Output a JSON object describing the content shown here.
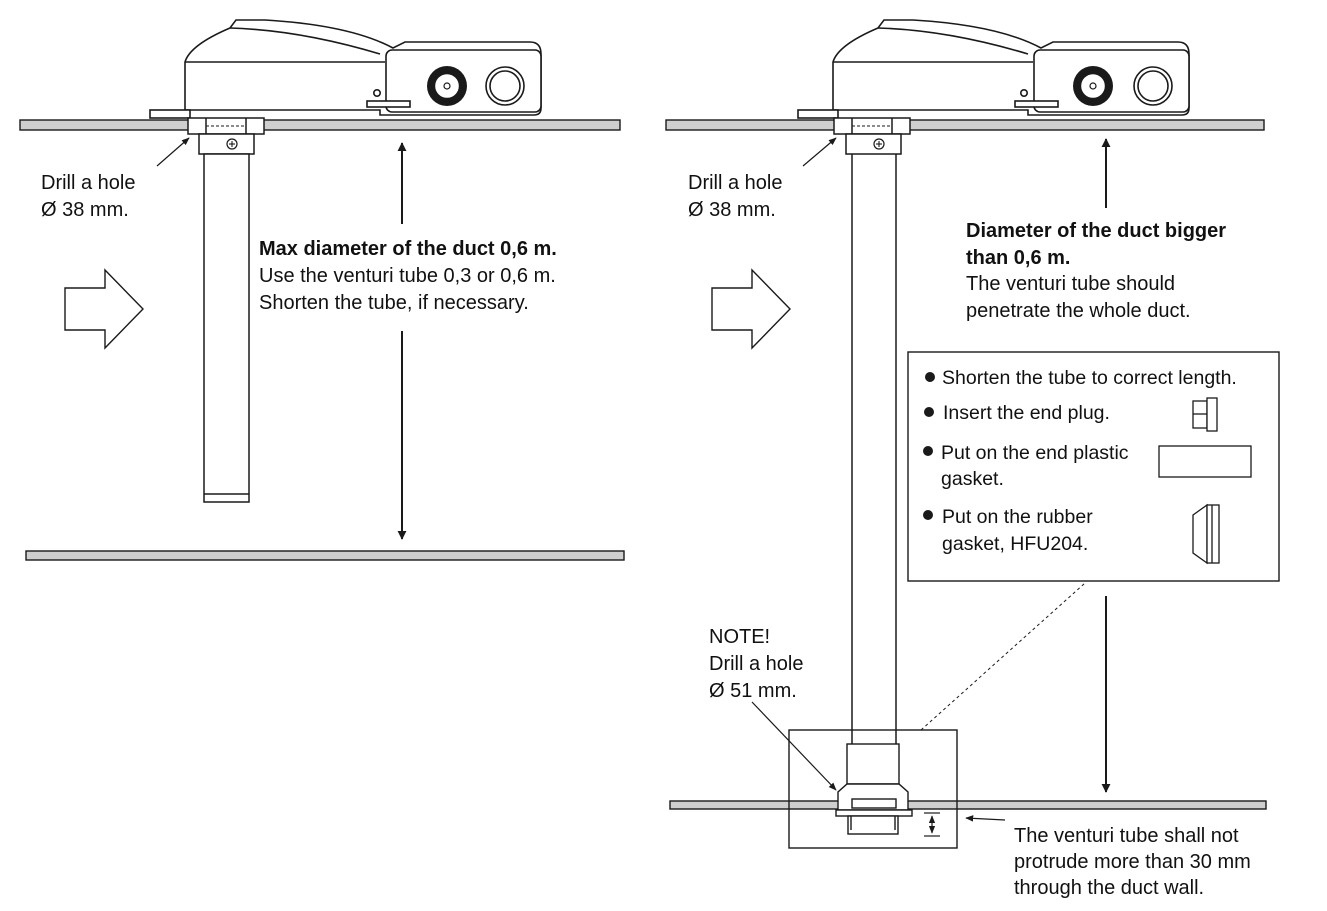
{
  "left_panel": {
    "drill_line1": "Drill a hole",
    "drill_line2": "Ø 38 mm.",
    "heading": "Max diameter of the duct 0,6 m.",
    "line2": "Use the venturi tube 0,3 or 0,6 m.",
    "line3": "Shorten the tube, if necessary."
  },
  "right_panel": {
    "drill_line1": "Drill a hole",
    "drill_line2": "Ø 38 mm.",
    "heading_line1": "Diameter of the duct bigger",
    "heading_line2": "than 0,6 m.",
    "line3": "The venturi tube should",
    "line4": "penetrate the whole duct.",
    "steps": {
      "step1": "Shorten the tube to correct length.",
      "step2": "Insert the end plug.",
      "step3_line1": "Put on the end plastic",
      "step3_line2": "gasket.",
      "step4_line1": "Put on the rubber",
      "step4_line2": "gasket, HFU204."
    },
    "note_line1": "NOTE!",
    "note_line2": "Drill a hole",
    "note_line3": "Ø 51 mm.",
    "protrude_line1": "The venturi tube shall not",
    "protrude_line2": "protrude more than 30 mm",
    "protrude_line3": "through the duct wall."
  },
  "colors": {
    "line": "#1a1a1a",
    "duct_wall": "#cfcfcf",
    "background": "#ffffff"
  }
}
